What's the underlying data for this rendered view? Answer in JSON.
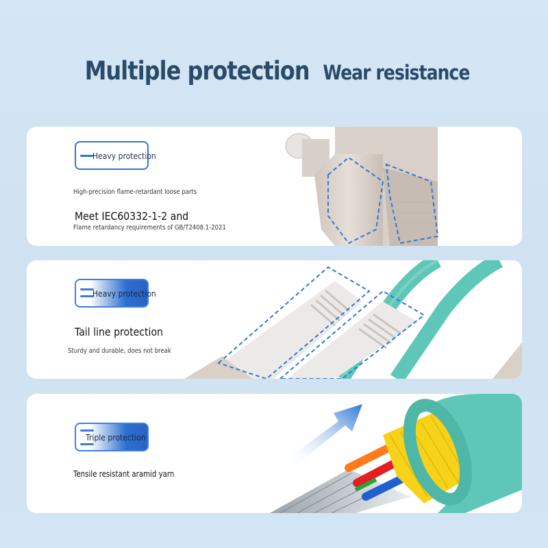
{
  "header": {
    "title_main": "Multiple protection",
    "title_sub": "Wear resistance"
  },
  "cards": [
    {
      "badge": "Heavy protection",
      "line1": "High-precision flame-retardant loose parts",
      "line2": "Meet IEC60332-1-2 and",
      "line3": "Flame retardancy requirements of GB/T2408.1-2021"
    },
    {
      "badge": "Heavy protection",
      "line1": "Tail line protection",
      "line2": "Sturdy and durable, does not break"
    },
    {
      "badge": "Triple protection",
      "line1": "Tensile resistant aramid yarn"
    }
  ],
  "colors": {
    "accent": "#2f76d6",
    "title": "#2a4a6a",
    "aqua_cable": "#5ec7b7",
    "connector_beige": "#dcd3cc"
  }
}
